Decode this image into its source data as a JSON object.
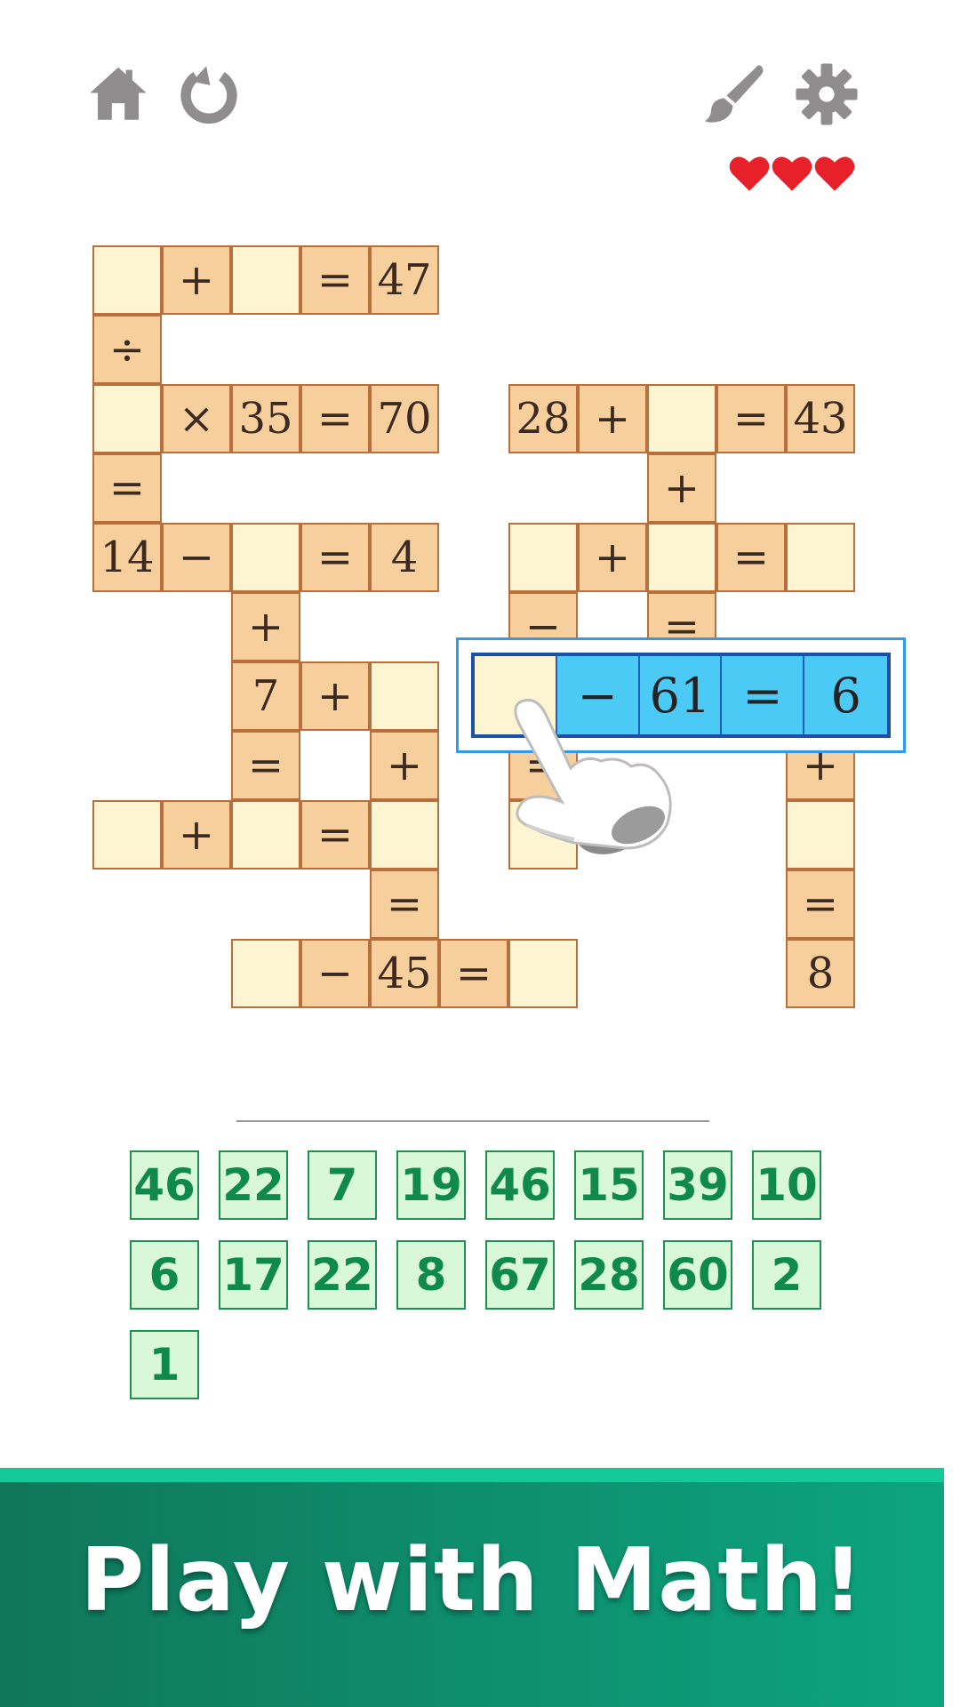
{
  "toolbar": {
    "icons": [
      "home-icon",
      "restart-icon",
      "brush-icon",
      "gear-icon"
    ],
    "icon_color": "#8f8d8d"
  },
  "lives": {
    "count": 3,
    "color": "#e8202a"
  },
  "puzzle": {
    "cells": [
      {
        "r": 0,
        "c": 0,
        "v": ""
      },
      {
        "r": 0,
        "c": 1,
        "v": "+"
      },
      {
        "r": 0,
        "c": 2,
        "v": ""
      },
      {
        "r": 0,
        "c": 3,
        "v": "="
      },
      {
        "r": 0,
        "c": 4,
        "v": "47"
      },
      {
        "r": 1,
        "c": 0,
        "v": "÷"
      },
      {
        "r": 2,
        "c": 0,
        "v": ""
      },
      {
        "r": 2,
        "c": 1,
        "v": "×"
      },
      {
        "r": 2,
        "c": 2,
        "v": "35"
      },
      {
        "r": 2,
        "c": 3,
        "v": "="
      },
      {
        "r": 2,
        "c": 4,
        "v": "70"
      },
      {
        "r": 2,
        "c": 6,
        "v": "28"
      },
      {
        "r": 2,
        "c": 7,
        "v": "+"
      },
      {
        "r": 2,
        "c": 8,
        "v": ""
      },
      {
        "r": 2,
        "c": 9,
        "v": "="
      },
      {
        "r": 2,
        "c": 10,
        "v": "43"
      },
      {
        "r": 3,
        "c": 0,
        "v": "="
      },
      {
        "r": 3,
        "c": 8,
        "v": "+"
      },
      {
        "r": 4,
        "c": 0,
        "v": "14"
      },
      {
        "r": 4,
        "c": 1,
        "v": "−"
      },
      {
        "r": 4,
        "c": 2,
        "v": ""
      },
      {
        "r": 4,
        "c": 3,
        "v": "="
      },
      {
        "r": 4,
        "c": 4,
        "v": "4"
      },
      {
        "r": 4,
        "c": 6,
        "v": ""
      },
      {
        "r": 4,
        "c": 7,
        "v": "+"
      },
      {
        "r": 4,
        "c": 8,
        "v": ""
      },
      {
        "r": 4,
        "c": 9,
        "v": "="
      },
      {
        "r": 4,
        "c": 10,
        "v": ""
      },
      {
        "r": 5,
        "c": 2,
        "v": "+"
      },
      {
        "r": 5,
        "c": 6,
        "v": "−"
      },
      {
        "r": 5,
        "c": 8,
        "v": "="
      },
      {
        "r": 6,
        "c": 2,
        "v": "7"
      },
      {
        "r": 6,
        "c": 3,
        "v": "+"
      },
      {
        "r": 6,
        "c": 4,
        "v": ""
      },
      {
        "r": 7,
        "c": 2,
        "v": "="
      },
      {
        "r": 7,
        "c": 4,
        "v": "+"
      },
      {
        "r": 7,
        "c": 6,
        "v": "="
      },
      {
        "r": 7,
        "c": 10,
        "v": "+"
      },
      {
        "r": 8,
        "c": 0,
        "v": ""
      },
      {
        "r": 8,
        "c": 1,
        "v": "+"
      },
      {
        "r": 8,
        "c": 2,
        "v": ""
      },
      {
        "r": 8,
        "c": 3,
        "v": "="
      },
      {
        "r": 8,
        "c": 4,
        "v": ""
      },
      {
        "r": 8,
        "c": 6,
        "v": ""
      },
      {
        "r": 8,
        "c": 10,
        "v": ""
      },
      {
        "r": 9,
        "c": 4,
        "v": "="
      },
      {
        "r": 9,
        "c": 10,
        "v": "="
      },
      {
        "r": 10,
        "c": 2,
        "v": ""
      },
      {
        "r": 10,
        "c": 3,
        "v": "−"
      },
      {
        "r": 10,
        "c": 4,
        "v": "45"
      },
      {
        "r": 10,
        "c": 5,
        "v": "="
      },
      {
        "r": 10,
        "c": 6,
        "v": ""
      },
      {
        "r": 10,
        "c": 10,
        "v": "8"
      }
    ]
  },
  "highlight": {
    "cells": [
      "",
      "−",
      "61",
      "=",
      "6"
    ],
    "color": "#4ccaf6"
  },
  "answers": {
    "tiles": [
      "46",
      "22",
      "7",
      "19",
      "46",
      "15",
      "39",
      "10",
      "6",
      "17",
      "22",
      "8",
      "67",
      "28",
      "60",
      "2",
      "1"
    ]
  },
  "banner": {
    "text": "Play with Math!"
  }
}
